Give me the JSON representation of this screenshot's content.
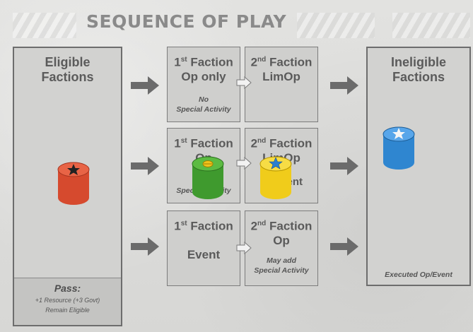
{
  "title": "SEQUENCE OF PLAY",
  "eligible": {
    "title_line1": "Eligible",
    "title_line2": "Factions",
    "pass_title": "Pass:",
    "pass_line1": "+1 Resource (+3 Govt)",
    "pass_line2": "Remain Eligible"
  },
  "ineligible": {
    "title_line1": "Ineligible",
    "title_line2": "Factions",
    "footer": "Executed Op/Event"
  },
  "rows": [
    {
      "first_head1": "Faction",
      "first_head2": "Op only",
      "first_ord": "st",
      "first_num": "1",
      "first_sub1": "No",
      "first_sub2": "Special Activity",
      "second_num": "2",
      "second_ord": "nd",
      "second_head1": "Faction",
      "second_head2": "LimOp",
      "second_sub1": "",
      "second_sub2": ""
    },
    {
      "first_num": "1",
      "first_ord": "st",
      "first_head1": "Faction",
      "first_head2": "Op",
      "first_sub1": "Special Activity",
      "second_num": "2",
      "second_ord": "nd",
      "second_head1": "Faction",
      "second_head2": "LimOp",
      "second_sub1": "or Event"
    },
    {
      "first_num": "1",
      "first_ord": "st",
      "first_head1": "Faction",
      "first_head2": "Event",
      "second_num": "2",
      "second_ord": "nd",
      "second_head1": "Faction",
      "second_head2": "Op",
      "second_sub1": "May add",
      "second_sub2": "Special Activity"
    }
  ],
  "tokens": {
    "red": {
      "color": "#d9492d",
      "icon": "black-star-icon"
    },
    "green": {
      "color": "#3f9a2e",
      "icon": "yellow-coin-icon"
    },
    "yellow": {
      "color": "#f0cc1b",
      "icon": "blue-star-icon"
    },
    "blue": {
      "color": "#2f86d0",
      "icon": "white-star-icon"
    }
  }
}
